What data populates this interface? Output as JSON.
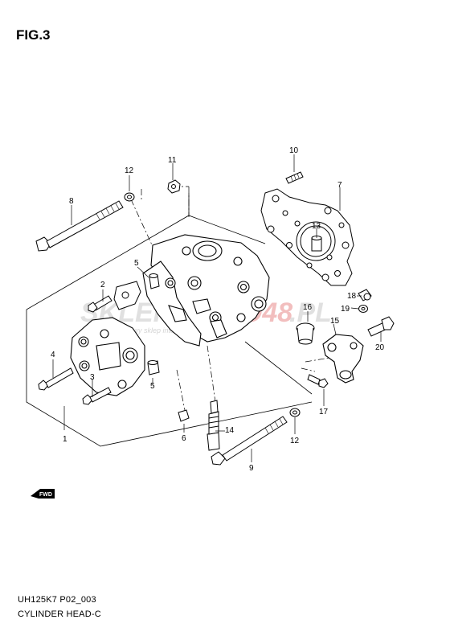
{
  "figure_label": "FIG.3",
  "diagram_code": "UH125K7 P02_003",
  "diagram_name": "CYLINDER HEAD-C",
  "fwd_arrow_text": "FWD",
  "watermark": {
    "brand_grey": "SKLEP",
    "brand_red": "MOTO48",
    "brand_suffix": ".PL",
    "tagline": "motocyklowy sklep internetowy"
  },
  "callouts": [
    "1",
    "2",
    "3",
    "4",
    "5",
    "5",
    "6",
    "7",
    "8",
    "9",
    "10",
    "11",
    "12",
    "12",
    "13",
    "14",
    "15",
    "16",
    "17",
    "18",
    "19",
    "20"
  ],
  "colors": {
    "line": "#000000",
    "watermark_grey": "#c8c8c8",
    "watermark_red": "#e88a8a"
  }
}
